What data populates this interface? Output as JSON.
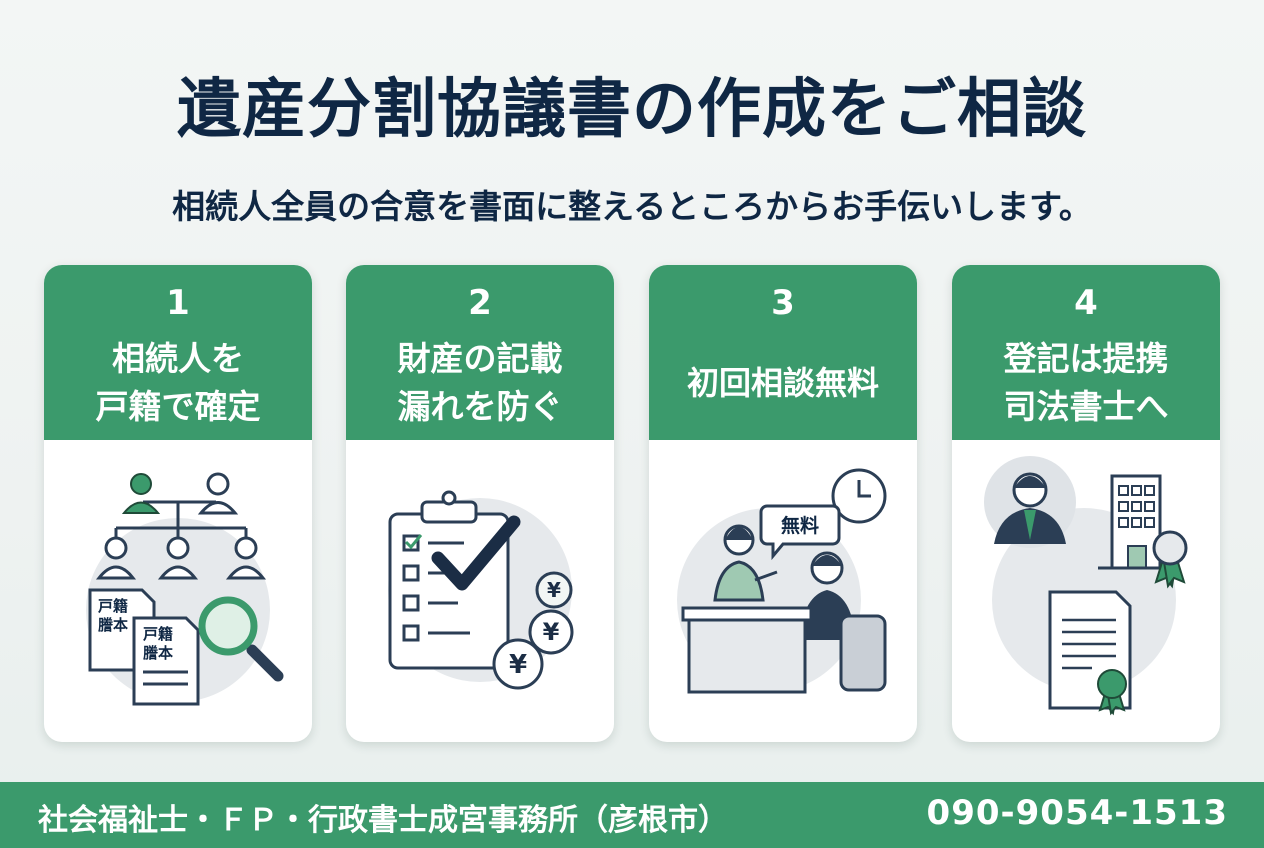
{
  "title": "遺産分割協議書の作成をご相談",
  "subtitle": "相続人全員の合意を書面に整えるところからお手伝いします。",
  "cards": [
    {
      "number": "1",
      "line1": "相続人を",
      "line2": "戸籍で確定",
      "doc_label_line1": "戸籍",
      "doc_label_line2": "謄本"
    },
    {
      "number": "2",
      "line1": "財産の記載",
      "line2": "漏れを防ぐ",
      "coin_symbol": "¥"
    },
    {
      "number": "3",
      "line1": "初回相談無料",
      "bubble": "無料"
    },
    {
      "number": "4",
      "line1": "登記は提携",
      "line2": "司法書士へ"
    }
  ],
  "footer": {
    "office": "社会福祉士・ＦＰ・行政書士成宮事務所（彦根市）",
    "phone": "090-9054-1513"
  },
  "colors": {
    "accent": "#3b9a6c",
    "navy": "#0f2744",
    "card_bg": "#ffffff"
  }
}
